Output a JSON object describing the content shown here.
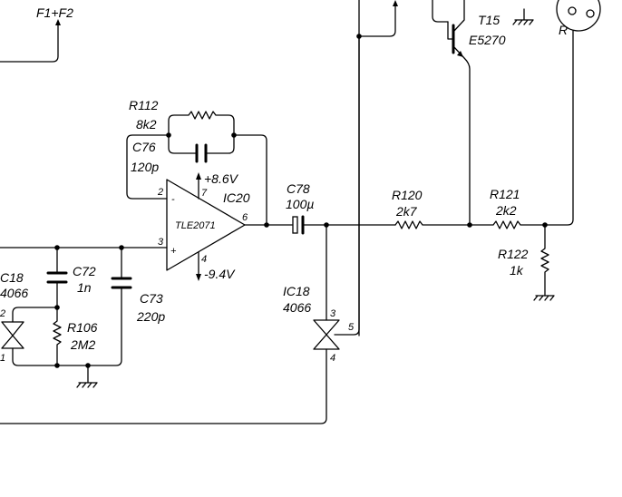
{
  "net_labels": {
    "f1f2": "F1+F2",
    "r_conn": "R"
  },
  "t15": {
    "ref": "T15",
    "value": "E5270"
  },
  "r112": {
    "ref": "R112",
    "value": "8k2"
  },
  "c76": {
    "ref": "C76",
    "value": "120p"
  },
  "ic20": {
    "ref": "IC20",
    "part": "TLE2071",
    "pos_supply": "+8.6V",
    "neg_supply": "-9.4V",
    "pin_minus": "-",
    "pin_plus": "+",
    "pin2": "2",
    "pin3": "3",
    "pin4": "4",
    "pin6": "6",
    "pin7": "7"
  },
  "c78": {
    "ref": "C78",
    "value": "100µ"
  },
  "r120": {
    "ref": "R120",
    "value": "2k7"
  },
  "r121": {
    "ref": "R121",
    "value": "2k2"
  },
  "r122": {
    "ref": "R122",
    "value": "1k"
  },
  "c72": {
    "ref": "C72",
    "value": "1n"
  },
  "c73": {
    "ref": "C73",
    "value": "220p"
  },
  "r106": {
    "ref": "R106",
    "value": "2M2"
  },
  "ic18_left": {
    "ref": "C18",
    "value": "4066",
    "pin_a": "2",
    "pin_b": "1"
  },
  "ic18_right": {
    "ref": "IC18",
    "value": "4066",
    "pin3": "3",
    "pin4": "4",
    "pin5": "5"
  }
}
